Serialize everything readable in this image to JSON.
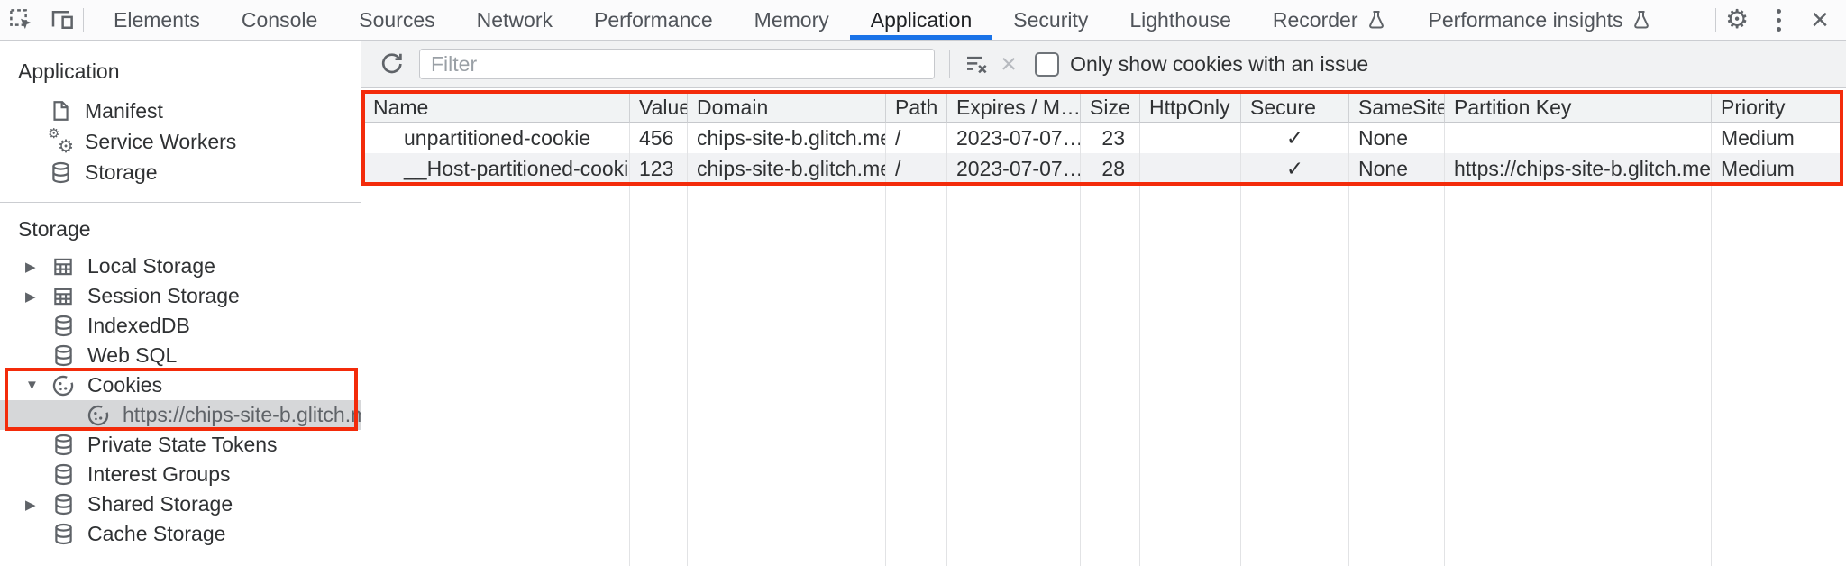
{
  "colors": {
    "accent_blue": "#1a73e8",
    "annotation_red": "#f32b0a"
  },
  "tabbar": {
    "tabs": [
      "Elements",
      "Console",
      "Sources",
      "Network",
      "Performance",
      "Memory",
      "Application",
      "Security",
      "Lighthouse",
      "Recorder",
      "Performance insights"
    ],
    "active_tab": "Application"
  },
  "sidebar": {
    "sections": [
      {
        "title": "Application",
        "items": [
          {
            "label": "Manifest"
          },
          {
            "label": "Service Workers"
          },
          {
            "label": "Storage"
          }
        ]
      },
      {
        "title": "Storage",
        "items": [
          {
            "label": "Local Storage"
          },
          {
            "label": "Session Storage"
          },
          {
            "label": "IndexedDB"
          },
          {
            "label": "Web SQL"
          },
          {
            "label": "Cookies"
          },
          {
            "label": "https://chips-site-b.glitch.me",
            "selected": true
          },
          {
            "label": "Private State Tokens"
          },
          {
            "label": "Interest Groups"
          },
          {
            "label": "Shared Storage"
          },
          {
            "label": "Cache Storage"
          }
        ]
      }
    ]
  },
  "toolbar": {
    "filter_placeholder": "Filter",
    "checkbox_label": "Only show cookies with an issue",
    "checkbox_checked": false
  },
  "cookie_table": {
    "columns": [
      "Name",
      "Value",
      "Domain",
      "Path",
      "Expires / M…",
      "Size",
      "HttpOnly",
      "Secure",
      "SameSite",
      "Partition Key",
      "Priority"
    ],
    "rows": [
      {
        "name": "unpartitioned-cookie",
        "value": "456",
        "domain": "chips-site-b.glitch.me",
        "path": "/",
        "expires": "2023-07-07…",
        "size": "23",
        "http_only": "",
        "secure": "✓",
        "same_site": "None",
        "partition_key": "",
        "priority": "Medium"
      },
      {
        "name": "__Host-partitioned-cookie",
        "value": "123",
        "domain": "chips-site-b.glitch.me",
        "path": "/",
        "expires": "2023-07-07…",
        "size": "28",
        "http_only": "",
        "secure": "✓",
        "same_site": "None",
        "partition_key": "https://chips-site-b.glitch.me",
        "priority": "Medium"
      }
    ]
  }
}
